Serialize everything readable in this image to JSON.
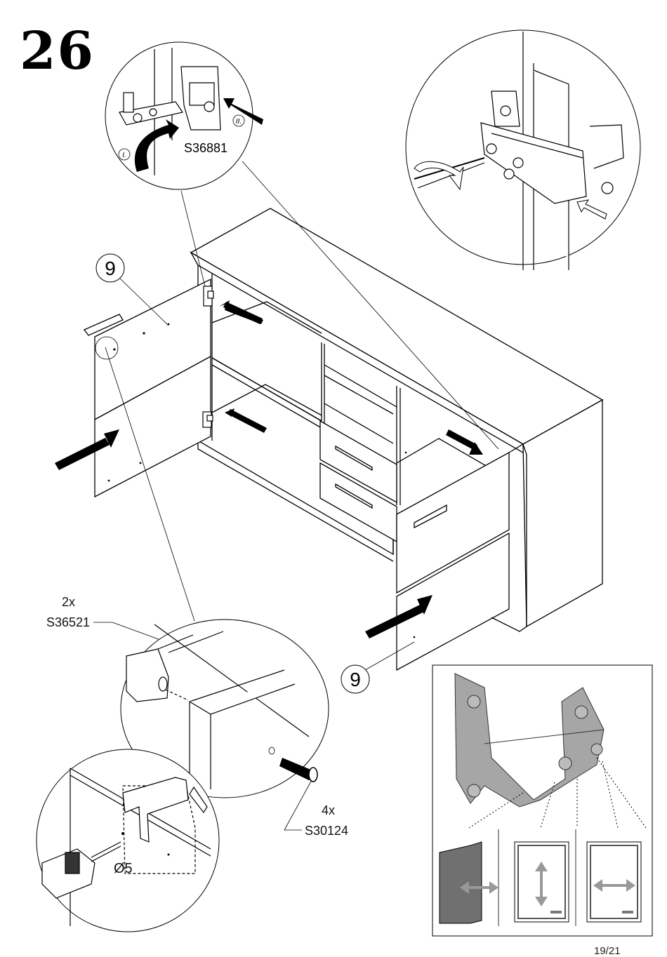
{
  "step": {
    "number": "26"
  },
  "hinge_detail": {
    "part_code": "S36881",
    "step_one": "I.",
    "step_two": "II."
  },
  "part_callouts": [
    {
      "number": "9"
    },
    {
      "number": "9"
    }
  ],
  "bumper": {
    "quantity": "2x",
    "part_code": "S36521"
  },
  "dowel": {
    "quantity": "4x",
    "part_code": "S30124"
  },
  "drill": {
    "diameter": "Ø5"
  },
  "adjustment_panel": {
    "icons": [
      "depth-adjust-icon",
      "vertical-adjust-icon",
      "horizontal-adjust-icon"
    ],
    "highlight_color": "#a6a6a6",
    "dark_color": "#707070"
  },
  "footer": {
    "page_number": "19/21"
  }
}
